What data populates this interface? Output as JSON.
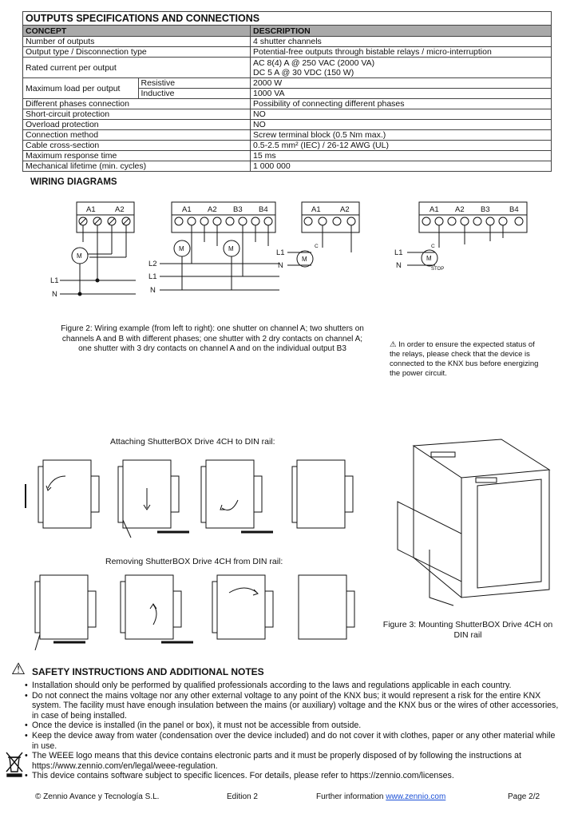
{
  "spec_table": {
    "title": "OUTPUTS SPECIFICATIONS AND CONNECTIONS",
    "headers": {
      "concept": "CONCEPT",
      "description": "DESCRIPTION"
    },
    "rows": {
      "num_outputs": {
        "concept": "Number of outputs",
        "description": "4 shutter channels"
      },
      "output_type": {
        "concept": "Output type / Disconnection type",
        "description": "Potential-free outputs through bistable relays / micro-interruption"
      },
      "rated_current": {
        "concept": "Rated current per output",
        "description_line1": "AC 8(4) A @ 250 VAC (2000 VA)",
        "description_line2": "DC 5 A @ 30 VDC (150 W)"
      },
      "max_load": {
        "concept": "Maximum load per output",
        "resistive_label": "Resistive",
        "resistive_value": "2000 W",
        "inductive_label": "Inductive",
        "inductive_value": "1000 VA"
      },
      "phases": {
        "concept": "Different phases connection",
        "description": "Possibility of connecting different phases"
      },
      "short_circuit": {
        "concept": "Short-circuit protection",
        "description": "NO"
      },
      "overload": {
        "concept": "Overload protection",
        "description": "NO"
      },
      "connection": {
        "concept": "Connection method",
        "description": "Screw terminal block (0.5 Nm max.)"
      },
      "cable": {
        "concept": "Cable cross-section",
        "description": "0.5-2.5 mm² (IEC) / 26-12 AWG (UL)"
      },
      "response": {
        "concept": "Maximum response time",
        "description": "15 ms"
      },
      "lifetime": {
        "concept": "Mechanical lifetime (min. cycles)",
        "description": "1 000 000"
      }
    }
  },
  "wiring": {
    "heading": "WIRING DIAGRAMS",
    "labels": {
      "a1": "A1",
      "a2": "A2",
      "b3": "B3",
      "b4": "B4",
      "l1": "L1",
      "l2": "L2",
      "n": "N",
      "m": "M",
      "c": "C",
      "stop": "STOP"
    },
    "figure2_caption_line1": "Figure 2: Wiring example (from left to right): one shutter on channel A; two shutters on",
    "figure2_caption_line2": "channels A and B with different phases; one shutter with 2 dry contacts on channel A;",
    "figure2_caption_line3": "one shutter with 3 dry contacts on channel A and on the individual output B3",
    "warning_note_line1": "In order to ensure the expected status of",
    "warning_note_line2": "the relays, please check that the device is",
    "warning_note_line3": "connected to the KNX bus before energizing",
    "warning_note_line4": "the power circuit."
  },
  "mounting": {
    "attach_title": "Attaching ShutterBOX Drive 4CH to DIN rail:",
    "remove_title": "Removing ShutterBOX Drive 4CH from DIN rail:",
    "figure3_caption_line1": "Figure 3: Mounting ShutterBOX Drive 4CH on",
    "figure3_caption_line2": "DIN rail"
  },
  "safety": {
    "heading": "SAFETY INSTRUCTIONS AND ADDITIONAL NOTES",
    "items": [
      "Installation should only be performed by qualified professionals according to the laws and regulations applicable in each country.",
      "Do not connect the mains voltage nor any other external voltage to any point of the KNX bus; it would represent a risk for the entire KNX system. The facility must have enough insulation between the mains (or auxiliary) voltage and the KNX bus or the wires of other accessories, in case of being installed.",
      "Once the device is installed (in the panel or box), it must not be accessible from outside.",
      "Keep the device away from water (condensation over the device included) and do not cover it with clothes, paper or any other material while in use.",
      "The WEEE logo means that this device contains electronic parts and it must be properly disposed of by following the instructions at https://www.zennio.com/en/legal/weee-regulation.",
      "This device contains software subject to specific licences. For details, please refer to https://zennio.com/licenses."
    ]
  },
  "footer": {
    "company": "© Zennio Avance y Tecnología S.L.",
    "edition": "Edition 2",
    "further_info": "Further information ",
    "link": "www.zennio.com",
    "page": "Page 2/2"
  }
}
